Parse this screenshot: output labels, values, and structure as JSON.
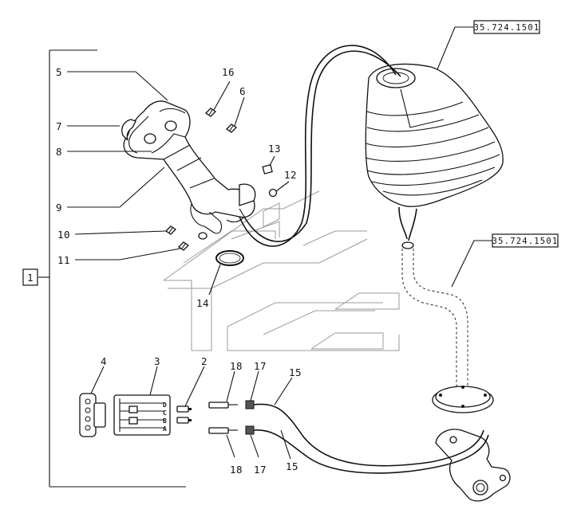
{
  "references": {
    "top": "35.724.1501",
    "middle": "35.724.1501"
  },
  "callouts": {
    "c1": "1",
    "c2": "2",
    "c3": "3",
    "c4": "4",
    "c5": "5",
    "c6": "6",
    "c7": "7",
    "c8": "8",
    "c9": "9",
    "c10": "10",
    "c11": "11",
    "c12": "12",
    "c13": "13",
    "c14": "14",
    "c15a": "15",
    "c15b": "15",
    "c16": "16",
    "c17a": "17",
    "c17b": "17",
    "c18a": "18",
    "c18b": "18"
  },
  "connector_pins": [
    "D",
    "C",
    "B",
    "A"
  ]
}
